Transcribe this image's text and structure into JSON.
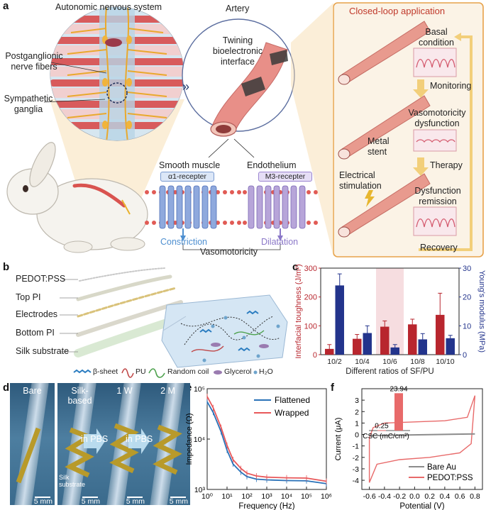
{
  "panel_labels": {
    "a": "a",
    "b": "b",
    "c": "c",
    "d": "d",
    "e": "e",
    "f": "f"
  },
  "panel_a": {
    "ans_title": "Autonomic nervous system",
    "postganglionic": "Postganglionic\nnerve fibers",
    "sympathetic": "Sympathetic\nganglia",
    "artery_title": "Artery",
    "twining": "Twining\nbioelectronic\ninterface",
    "smooth_muscle": "Smooth muscle",
    "endothelium": "Endothelium",
    "a1_receptor": "α1-recepter",
    "m3_receptor": "M3-recepter",
    "constriction": "Constriction",
    "dilatation": "Dilatation",
    "vasomotoricity": "Vasomotoricity",
    "closed_loop_title": "Closed-loop application",
    "basal_condition": "Basal\ncondition",
    "monitoring": "Monitoring",
    "vasomotoricity_dysfunction": "Vasomotoricity\ndysfunction",
    "metal_stent": "Metal\nstent",
    "therapy": "Therapy",
    "electrical_stimulation": "Electrical\nstimulation",
    "dysfunction_remission": "Dysfunction\nremission",
    "recovery": "Recovery",
    "chevron": "»"
  },
  "panel_b": {
    "layers": [
      "PEDOT:PSS",
      "Top PI",
      "Electrodes",
      "Bottom PI",
      "Silk substrate"
    ],
    "legend": [
      "β-sheet",
      "PU",
      "Random coil",
      "Glycerol",
      "H₂O"
    ]
  },
  "panel_d": {
    "photos": [
      {
        "label": "Bare",
        "scale": "5 mm"
      },
      {
        "label": "Silk-\nbased",
        "scale": "5 mm"
      },
      {
        "label": "1 W",
        "scale": "5 mm"
      },
      {
        "label": "2 M",
        "scale": "5 mm"
      }
    ],
    "arrow_label": "in PBS",
    "silk_substrate": "Silk\nsubstrate"
  },
  "colors": {
    "red": "#b8262e",
    "blue": "#23348c",
    "orange_border": "#e7a24a",
    "highlight": "#f6dde0",
    "flattened": "#2a72b8",
    "wrapped": "#e8585a",
    "bare_au": "#8c8c8c",
    "pedot": "#e86a6a"
  },
  "chart_data": [
    {
      "type": "bar",
      "panel": "c",
      "categories": [
        "10/2",
        "10/4",
        "10/6",
        "10/8",
        "10/10"
      ],
      "xlabel": "Different ratios of SF/PU",
      "ylabel": "Interfacial toughness (J/m²)",
      "ylabel_right": "Young's modulus (MPa)",
      "ylim": [
        0,
        300
      ],
      "ylim_right": [
        0,
        30
      ],
      "yticks": [
        0,
        100,
        200,
        300
      ],
      "yticks_right": [
        0,
        10,
        20,
        30
      ],
      "highlight_category": "10/6",
      "series": [
        {
          "axis": "left",
          "values": [
            20,
            55,
            97,
            105,
            138
          ],
          "errors": [
            15,
            15,
            20,
            18,
            75
          ]
        },
        {
          "axis": "right",
          "values": [
            24,
            7.5,
            2.5,
            5.3,
            5.7
          ],
          "errors": [
            4,
            2.5,
            1,
            2,
            1
          ]
        }
      ]
    },
    {
      "type": "line",
      "panel": "e",
      "xlabel": "Frequency (Hz)",
      "ylabel": "Impedance (Ω)",
      "x_scale": "log",
      "y_scale": "log",
      "xlim": [
        1,
        1000000
      ],
      "ylim": [
        1000,
        100000
      ],
      "xticks": [
        "10⁰",
        "10¹",
        "10²",
        "10³",
        "10⁴",
        "10⁵",
        "10⁶"
      ],
      "yticks": [
        "10³",
        "10⁴",
        "10⁵"
      ],
      "legend_position": "top-right",
      "series": [
        {
          "name": "Flattened",
          "x": [
            1,
            2,
            5,
            10,
            20,
            50,
            100,
            300,
            1000,
            10000,
            100000,
            1000000
          ],
          "y": [
            55000,
            34000,
            14000,
            6000,
            3200,
            2200,
            1800,
            1600,
            1550,
            1500,
            1480,
            1300
          ]
        },
        {
          "name": "Wrapped",
          "x": [
            1,
            2,
            5,
            10,
            20,
            50,
            100,
            300,
            1000,
            10000,
            100000,
            1000000
          ],
          "y": [
            70000,
            42000,
            17000,
            7500,
            3900,
            2600,
            2100,
            1850,
            1750,
            1700,
            1680,
            1450
          ]
        }
      ]
    },
    {
      "type": "line",
      "panel": "f",
      "xlabel": "Potential (V)",
      "ylabel": "Current (μA)",
      "xlim": [
        -0.7,
        0.9
      ],
      "ylim": [
        -4.8,
        4
      ],
      "xticks": [
        -0.6,
        -0.4,
        -0.2,
        0.0,
        0.2,
        0.4,
        0.6,
        0.8
      ],
      "yticks": [
        -4,
        -3,
        -2,
        -1,
        0,
        1,
        2,
        3
      ],
      "legend_position": "bottom-right",
      "series": [
        {
          "name": "Bare Au"
        },
        {
          "name": "PEDOT:PSS"
        }
      ],
      "inset": {
        "type": "bar",
        "ylabel": "CSC (mC/cm²)",
        "values": [
          0.25,
          23.94
        ],
        "value_labels": [
          "0.25",
          "23.94"
        ]
      }
    }
  ]
}
